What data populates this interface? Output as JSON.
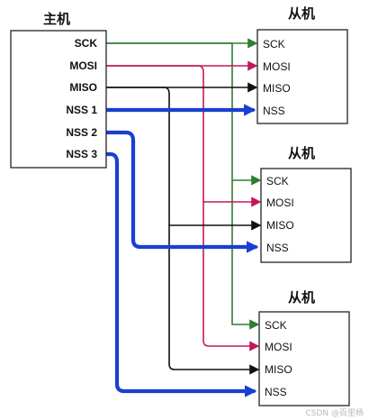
{
  "master": {
    "title": "主机",
    "pins": [
      "SCK",
      "MOSI",
      "MISO",
      "NSS 1",
      "NSS 2",
      "NSS 3"
    ]
  },
  "slaves": [
    {
      "title": "从机",
      "pins": [
        "SCK",
        "MOSI",
        "MISO",
        "NSS"
      ]
    },
    {
      "title": "从机",
      "pins": [
        "SCK",
        "MOSI",
        "MISO",
        "NSS"
      ]
    },
    {
      "title": "从机",
      "pins": [
        "SCK",
        "MOSI",
        "MISO",
        "NSS"
      ]
    }
  ],
  "colors": {
    "sck": "#2e7d32",
    "mosi": "#c2185b",
    "miso": "#111111",
    "nss": "#1a3fd1"
  },
  "watermark": "CSDN @百里杨"
}
